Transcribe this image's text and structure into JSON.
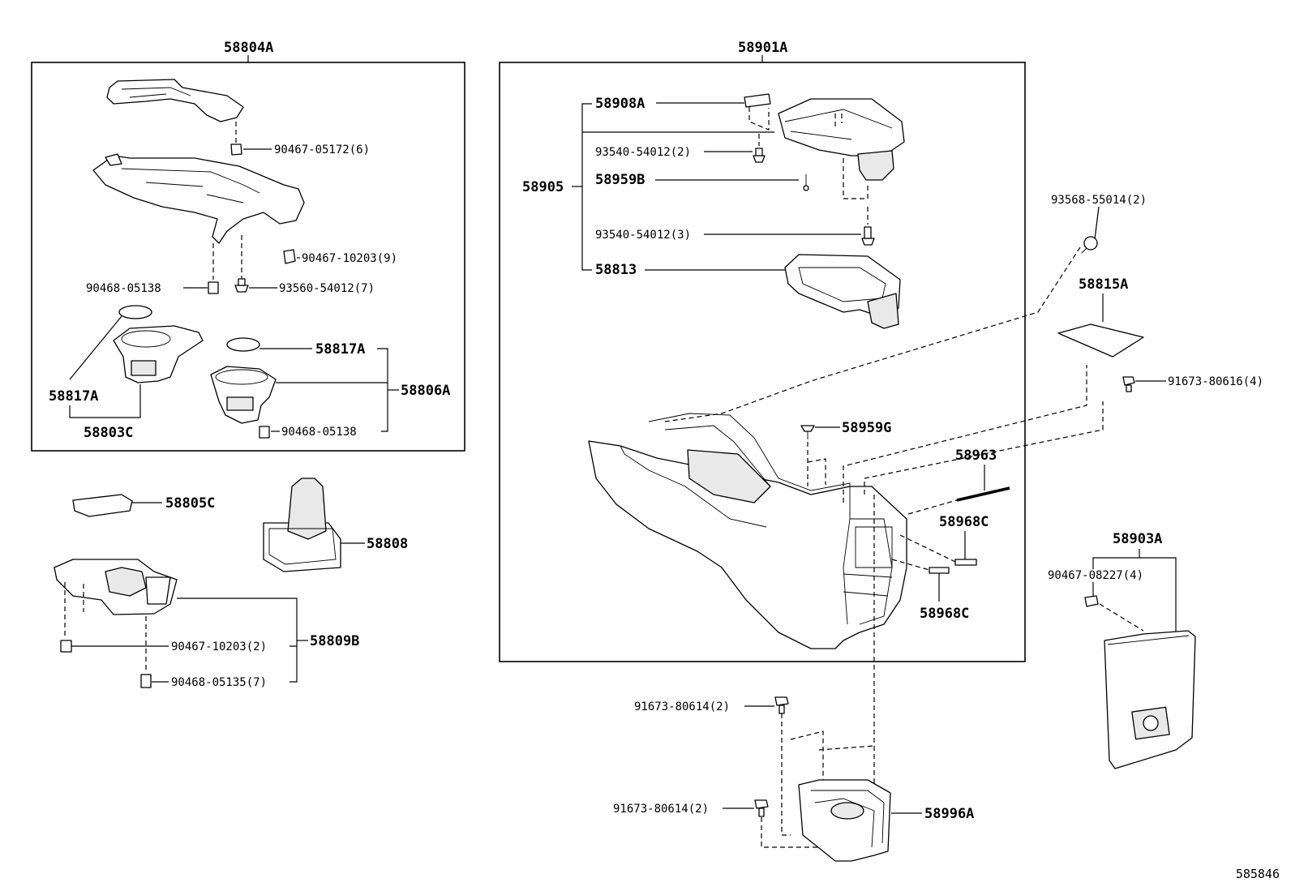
{
  "labels": {
    "g58804A": "58804A",
    "g58901A": "58901A",
    "p90467_05172": "90467-05172(6)",
    "p90467_10203_9": "90467-10203(9)",
    "p90468_05138_a": "90468-05138",
    "p93560_54012": "93560-54012(7)",
    "p58817A_a": "58817A",
    "p58817A_b": "58817A",
    "p58806A": "58806A",
    "p90468_05138_b": "90468-05138",
    "p58803C": "58803C",
    "p58805C": "58805C",
    "p58808": "58808",
    "p90467_10203_2": "90467-10203(2)",
    "p58809B": "58809B",
    "p90468_05135": "90468-05135(7)",
    "p58908A": "58908A",
    "p93540_54012_2": "93540-54012(2)",
    "p58905": "58905",
    "p58959B": "58959B",
    "p93540_54012_3": "93540-54012(3)",
    "p58813": "58813",
    "p58959G": "58959G",
    "p58963": "58963",
    "p58968C_a": "58968C",
    "p58968C_b": "58968C",
    "p93568_55014": "93568-55014(2)",
    "p58815A": "58815A",
    "p91673_80616": "91673-80616(4)",
    "p58903A": "58903A",
    "p90467_08227": "90467-08227(4)",
    "p91673_80614_a": "91673-80614(2)",
    "p91673_80614_b": "91673-80614(2)",
    "p58996A": "58996A"
  },
  "footer": {
    "code": "585846"
  }
}
